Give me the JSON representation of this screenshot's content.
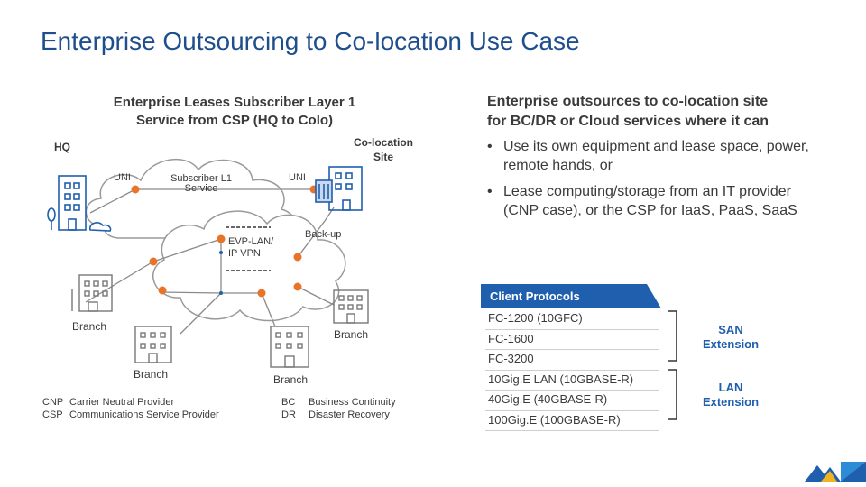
{
  "title": "Enterprise Outsourcing to Co-location Use Case",
  "left_heading": {
    "line1": "Enterprise Leases Subscriber Layer 1",
    "line2": "Service from CSP (HQ to Colo)"
  },
  "diagram": {
    "hq": "HQ",
    "colo_line1": "Co-location",
    "colo_line2": "Site",
    "uni_left": "UNI",
    "uni_right": "UNI",
    "subscriber_line1": "Subscriber L1",
    "subscriber_line2": "Service",
    "evp_line1": "EVP-LAN/",
    "evp_line2": "IP VPN",
    "backup": "Back-up",
    "branch_left": "Branch",
    "branch_right": "Branch",
    "branch_bottom_left": "Branch",
    "branch_bottom_mid": "Branch"
  },
  "legend": [
    {
      "abbr": "CNP",
      "text": "Carrier Neutral Provider"
    },
    {
      "abbr": "CSP",
      "text": "Communications Service Provider"
    },
    {
      "abbr": "BC",
      "text": "Business Continuity"
    },
    {
      "abbr": "DR",
      "text": "Disaster Recovery"
    }
  ],
  "right_heading": {
    "line1": "Enterprise outsources to co-location site",
    "line2": "for BC/DR or Cloud services where it can"
  },
  "bullets": [
    "Use its own equipment and lease space, power, remote hands, or",
    "Lease computing/storage from an IT provider (CNP case), or the CSP for IaaS, PaaS, SaaS"
  ],
  "client_protocols": {
    "header": "Client Protocols",
    "items": [
      "FC-1200 (10GFC)",
      "FC-1600",
      "FC-3200",
      "10Gig.E LAN (10GBASE-R)",
      "40Gig.E (40GBASE-R)",
      "100Gig.E (100GBASE-R)"
    ],
    "san_line1": "SAN",
    "san_line2": "Extension",
    "lan_line1": "LAN",
    "lan_line2": "Extension"
  },
  "colors": {
    "title": "#1f4e8c",
    "accent_blue": "#1f5fae",
    "node_orange": "#e8742a",
    "line_gray": "#8a8a8a"
  }
}
